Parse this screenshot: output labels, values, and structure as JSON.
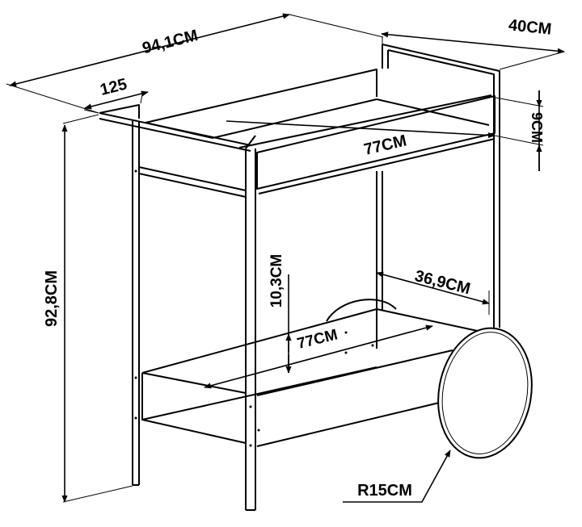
{
  "labels": {
    "width_total": "94,1CM",
    "depth": "40CM",
    "frame_width": "125",
    "shelf_gap": "9CM",
    "shelf_length_top": "77CM",
    "height_total": "92,8CM",
    "tray_depth": "10,3CM",
    "tray_width": "36,9CM",
    "shelf_length_bottom": "77CM",
    "wheel_radius": "R15CM"
  },
  "colors": {
    "line": "#000000",
    "background": "#ffffff"
  }
}
